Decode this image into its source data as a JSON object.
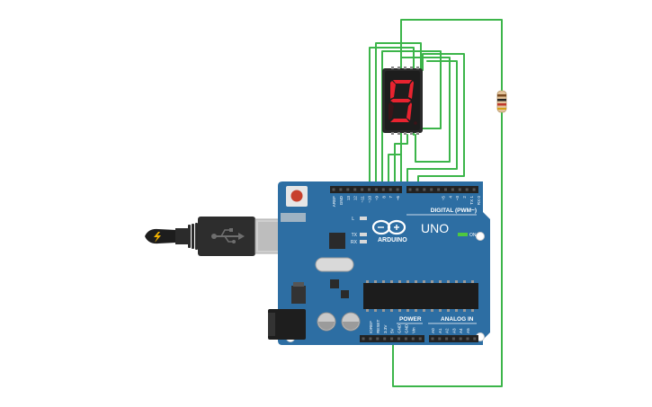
{
  "board": {
    "brand": "ARDUINO",
    "model": "UNO",
    "digital_label": "DIGITAL (PWM~)",
    "power_label": "POWER",
    "analog_label": "ANALOG IN",
    "on_label": "ON",
    "led_l": "L",
    "led_tx": "TX",
    "led_rx": "RX",
    "digital_pins": [
      "AREF",
      "GND",
      "13",
      "12",
      "~11",
      "~10",
      "~9",
      "8",
      "7",
      "~6",
      "~5",
      "4",
      "~3",
      "2",
      "TX 1",
      "RX 0"
    ],
    "power_pins": [
      "IOREF",
      "RESET",
      "3.3V",
      "5V",
      "GND",
      "GND",
      "Vin"
    ],
    "analog_pins": [
      "A0",
      "A1",
      "A2",
      "A3",
      "A4",
      "A5"
    ]
  },
  "display": {
    "digit": "9",
    "segment_color_on": "#e8232f",
    "segment_color_off": "#3a1418"
  },
  "colors": {
    "board": "#2d6ea3",
    "wire": "#3cb54a",
    "header": "#222222",
    "cable": "#2b2b2b",
    "usb_metal": "#c8c8c8"
  },
  "icons": {
    "usb": "usb-icon",
    "bolt": "lightning-icon",
    "infinity": "infinity-logo-icon"
  }
}
